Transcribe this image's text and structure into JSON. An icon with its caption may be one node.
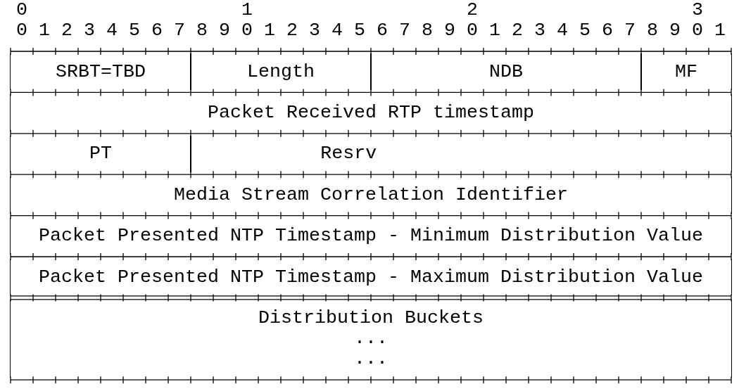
{
  "diagram": {
    "nodes": [
      {
        "text": [
          "SRBT=TBD"
        ]
      },
      {
        "text": [
          "Length"
        ]
      },
      {
        "text": [
          "NDB"
        ]
      },
      {
        "text": [
          "MF"
        ]
      },
      {
        "text": [
          "Packet Received RTP timestamp"
        ]
      },
      {
        "text": [
          "PT"
        ]
      },
      {
        "text": [
          "Resrv"
        ]
      },
      {
        "text": [
          "Media Stream Correlation Identifier"
        ]
      },
      {
        "text": [
          "Packet Presented NTP Timestamp - Minimum Distribution Value"
        ]
      },
      {
        "text": [
          "Packet Presented NTP Timestamp - Maximum Distribution Value"
        ]
      },
      {
        "text": [
          "Distribution Buckets",
          "...",
          "..."
        ]
      }
    ],
    "labels": [
      "0",
      "1",
      "2",
      "3",
      "0",
      "1",
      "2",
      "3",
      "4",
      "5",
      "6",
      "7",
      "8",
      "9",
      "0",
      "1",
      "2",
      "3",
      "4",
      "5",
      "6",
      "7",
      "8",
      "9",
      "0",
      "1",
      "2",
      "3",
      "4",
      "5",
      "6",
      "7",
      "8",
      "9",
      "0",
      "1"
    ]
  }
}
